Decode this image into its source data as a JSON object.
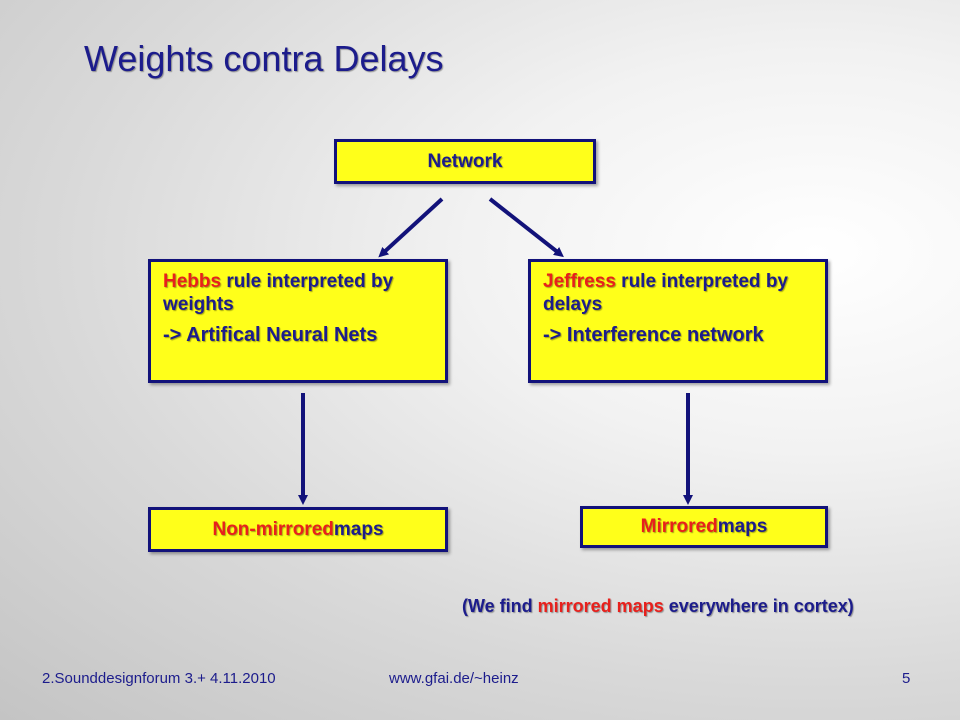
{
  "slide": {
    "title": "Weights contra Delays",
    "network_label": "Network",
    "hebbs": {
      "term": "Hebbs",
      "rest": " rule interpreted by weights",
      "result": "-> Artifical Neural Nets"
    },
    "jeffress": {
      "term": "Jeffress",
      "rest": " rule interpreted by delays",
      "result": "-> Interference network"
    },
    "nonmirrored": {
      "term": "Non-mirrored",
      "rest": " maps"
    },
    "mirrored": {
      "term": "Mirrored",
      "rest": " maps"
    },
    "note": {
      "before": "(We find ",
      "term": "mirrored maps",
      "after": " everywhere in cortex)"
    },
    "footer": {
      "left": "2.Sounddesignforum  3.+ 4.11.2010",
      "center": "www.gfai.de/~heinz",
      "page": "5"
    }
  },
  "colors": {
    "box_fill": "#ffff1a",
    "border": "#12127a",
    "text": "#1c1c8c",
    "highlight": "#e8201c"
  }
}
